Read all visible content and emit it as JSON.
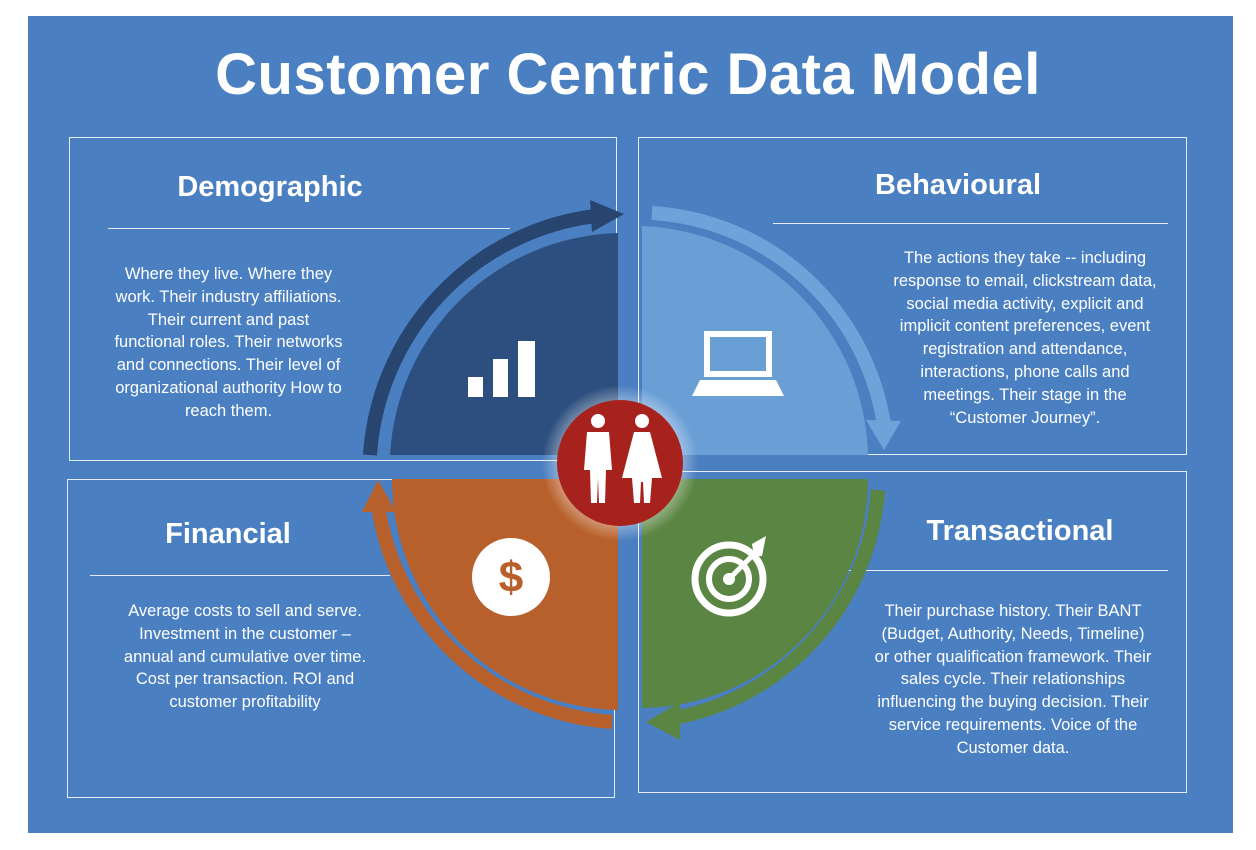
{
  "title": "Customer Centric Data Model",
  "colors": {
    "background": "#4a7fc1",
    "demographic": "#2d4f7f",
    "behavioural": "#6a9fd6",
    "financial": "#b8602b",
    "transactional": "#5b8542",
    "center": "#a8221d"
  },
  "quadrants": {
    "demographic": {
      "heading": "Demographic",
      "icon": "bar-chart-icon",
      "text": "Where they live. Where they\nwork. Their industry affiliations.\nTheir current and past\nfunctional roles. Their networks\nand  connections. Their level of\norganizational authority  How to\nreach them."
    },
    "behavioural": {
      "heading": "Behavioural",
      "icon": "laptop-icon",
      "text": "The actions they take -- including\nresponse to email, clickstream data,\nsocial media activity, explicit and\nimplicit content preferences, event\nregistration and attendance,\ninteractions, phone calls  and\nmeetings. Their stage in the\n“Customer Journey”."
    },
    "financial": {
      "heading": "Financial",
      "icon": "dollar-icon",
      "text": "Average costs to sell and serve.\nInvestment in the customer –\nannual and cumulative over time.\nCost per transaction.  ROI and\ncustomer profitability"
    },
    "transactional": {
      "heading": "Transactional",
      "icon": "target-icon",
      "text": "Their purchase history.  Their BANT\n(Budget, Authority, Needs, Timeline)\nor other qualification framework. Their\nsales cycle.  Their relationships\ninfluencing the buying decision.  Their\nservice requirements. Voice of the\nCustomer data."
    }
  },
  "center_icon": "people-icon"
}
